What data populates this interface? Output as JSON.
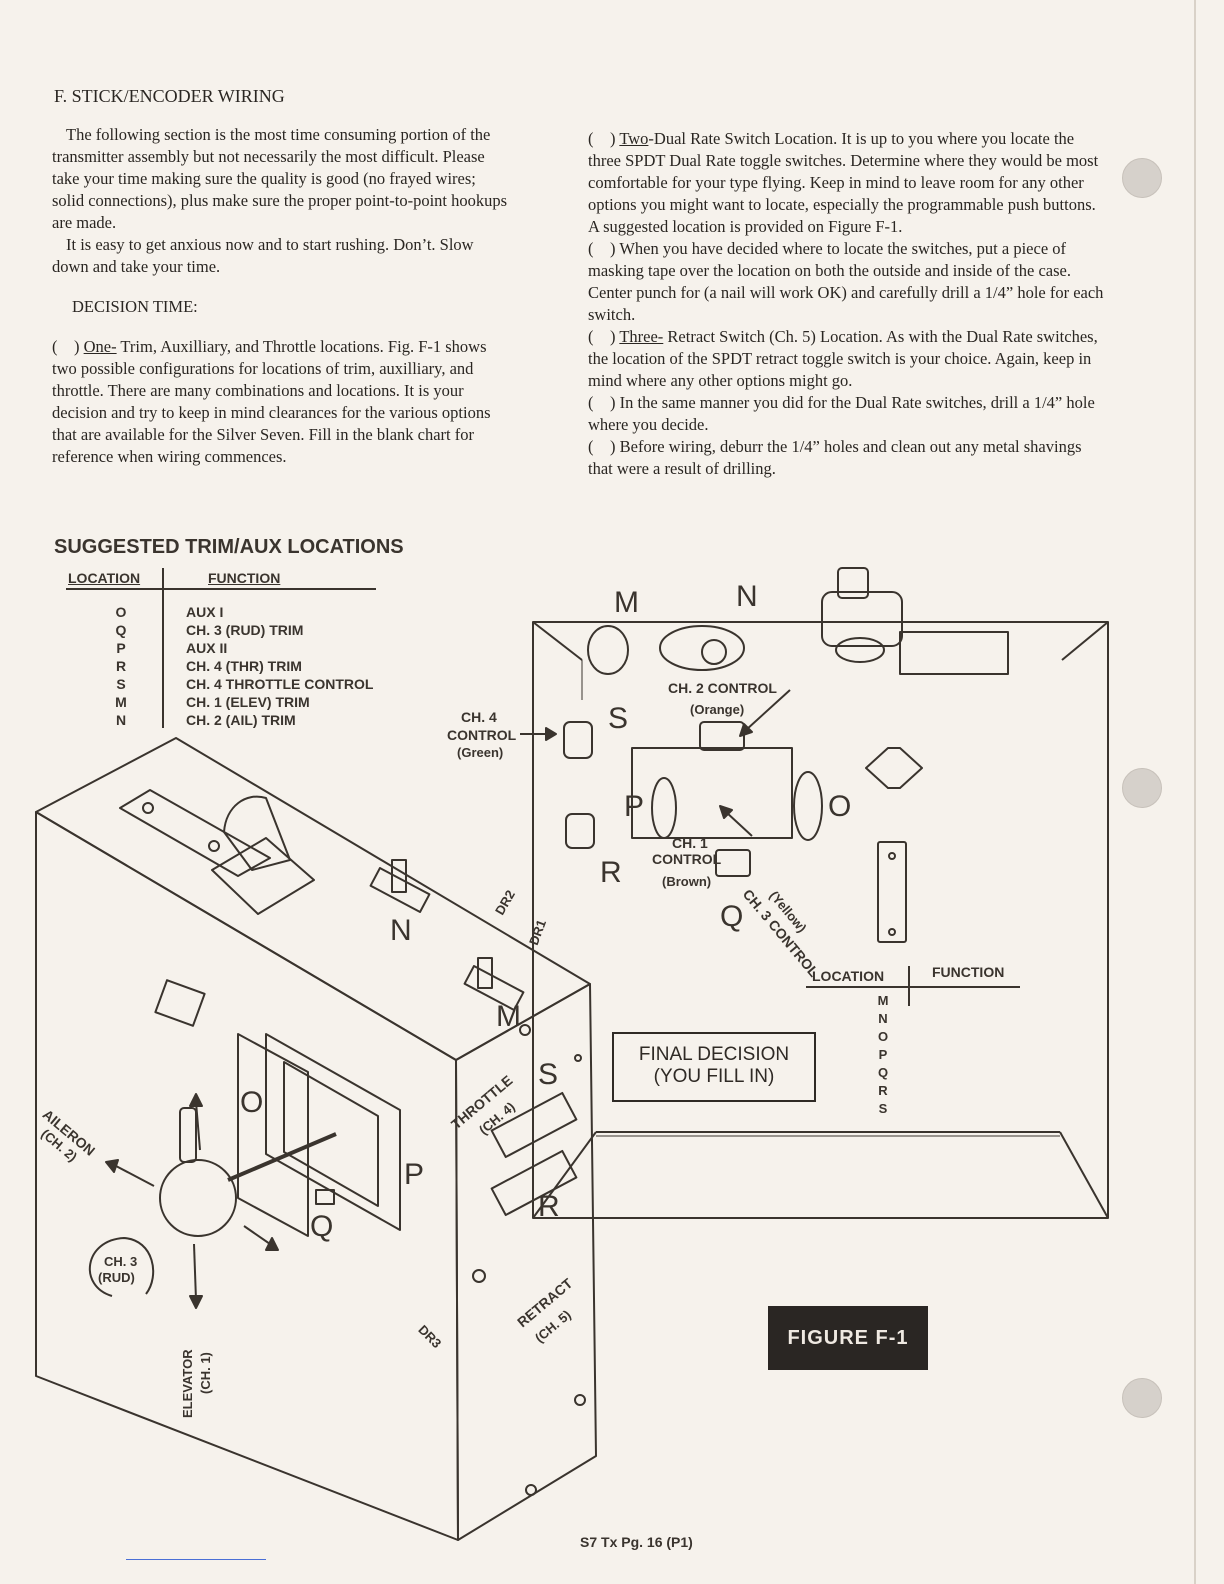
{
  "section": {
    "title": "F.   STICK/ENCODER WIRING"
  },
  "left_column": {
    "intro": "The following section is the most time consuming portion of the transmitter assembly but not necessarily the most difficult. Please take your time making sure the quality is good (no frayed wires; solid connections), plus make sure the proper point-to-point hookups are made.",
    "anxious": "It is easy to get anxious now and to start rushing. Don’t. Slow down and take your time.",
    "decision_time": "DECISION TIME:",
    "one_check": "(    )",
    "one_label": "One-",
    "one_text": " Trim, Auxilliary, and Throttle locations. Fig. F-1 shows two possible configurations for locations of trim, auxilliary, and throttle. There are many combinations and locations. It is your decision and try to keep in mind clearances for the various options that are available for the Silver Seven. Fill in the blank chart for reference when wiring commences."
  },
  "right_column": {
    "two_check": "(    )",
    "two_label": "Two",
    "two_text": "-Dual Rate Switch Location. It is up to you where you locate the three SPDT Dual Rate toggle switches. Determine where they would be most comfortable for your type flying. Keep in mind to leave room for any other options you might want to locate, especially the programmable push buttons. A suggested location is provided on Figure F-1.",
    "tape_check": "(    )",
    "tape_text": " When you have decided where to locate the switches, put a piece of masking tape over the location on both the outside and inside of the case. Center punch for (a nail will work OK) and carefully drill a 1/4” hole for each switch.",
    "three_check": "(    )",
    "three_label": "Three-",
    "three_text": " Retract Switch (Ch. 5) Location.  As with the Dual Rate switches, the location of the SPDT retract toggle switch is your choice. Again, keep in mind where any other options might go.",
    "same_check": "(    )",
    "same_text": " In the same manner you did for the Dual Rate switches, drill a 1/4” hole where you decide.",
    "deburr_check": "(    )",
    "deburr_text": " Before wiring, deburr the 1/4” holes and clean out any metal shavings that were a result of drilling."
  },
  "suggested": {
    "heading": "SUGGESTED TRIM/AUX LOCATIONS",
    "col_location": "LOCATION",
    "col_function": "FUNCTION",
    "rows": [
      {
        "loc": "O",
        "fn": "AUX I"
      },
      {
        "loc": "Q",
        "fn": "CH. 3 (RUD) TRIM"
      },
      {
        "loc": "P",
        "fn": "AUX II"
      },
      {
        "loc": "R",
        "fn": "CH. 4 (THR) TRIM"
      },
      {
        "loc": "S",
        "fn": "CH. 4 THROTTLE CONTROL"
      },
      {
        "loc": "M",
        "fn": "CH. 1 (ELEV) TRIM"
      },
      {
        "loc": "N",
        "fn": "CH. 2 (AIL) TRIM"
      }
    ]
  },
  "final_table": {
    "col_location": "LOCATION",
    "col_function": "FUNCTION",
    "letters": [
      "M",
      "N",
      "O",
      "P",
      "Q",
      "R",
      "S"
    ]
  },
  "final_decision": {
    "line1": "FINAL DECISION",
    "line2": "(YOU FILL IN)"
  },
  "figure": {
    "badge": "FIGURE  F-1",
    "ch2_line1": "CH. 2 CONTROL",
    "ch2_line2": "(Orange)",
    "ch4_line1": "CH. 4",
    "ch4_line2": "CONTROL",
    "ch4_line3": "(Green)",
    "ch1_line1": "CH. 1",
    "ch1_line2": "CONTROL",
    "ch1_line3": "(Brown)",
    "ch3_line1": "CH. 3 CONTROL",
    "ch3_line2": "(Yellow)",
    "letters_inside": {
      "M": "M",
      "N": "N",
      "S": "S",
      "P": "P",
      "O": "O",
      "R": "R",
      "Q": "Q"
    },
    "letters_outside": {
      "N": "N",
      "M": "M",
      "S": "S",
      "O": "O",
      "P": "P",
      "Q": "Q",
      "R": "R"
    },
    "dr1": "DR1",
    "dr2": "DR2",
    "dr3": "DR3",
    "throttle_line1": "THROTTLE",
    "throttle_line2": "(CH. 4)",
    "retract_line1": "RETRACT",
    "retract_line2": "(CH. 5)",
    "aileron_line1": "AILERON",
    "aileron_line2": "(CH. 2)",
    "rud_line1": "CH. 3",
    "rud_line2": "(RUD)",
    "elevator_line1": "ELEVATOR",
    "elevator_line2": "(CH. 1)"
  },
  "footer": {
    "page": "S7 Tx Pg. 16 (P1)"
  }
}
